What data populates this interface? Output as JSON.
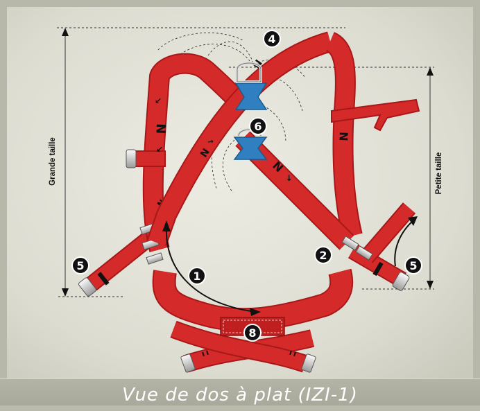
{
  "caption": "Vue de dos à plat (IZI-1)",
  "dimension_labels": {
    "large_size": "Grande taille",
    "small_size": "Petite taille"
  },
  "markers": {
    "m1": "1",
    "m2": "2",
    "m4": "4",
    "m5_left": "5",
    "m5_right": "5",
    "m6": "6",
    "m8": "8"
  },
  "colors": {
    "strap": "#d42a2a",
    "strap_dark": "#a81818",
    "d_ring_plate": "#2f7fc1",
    "background": "#e8e8de"
  }
}
